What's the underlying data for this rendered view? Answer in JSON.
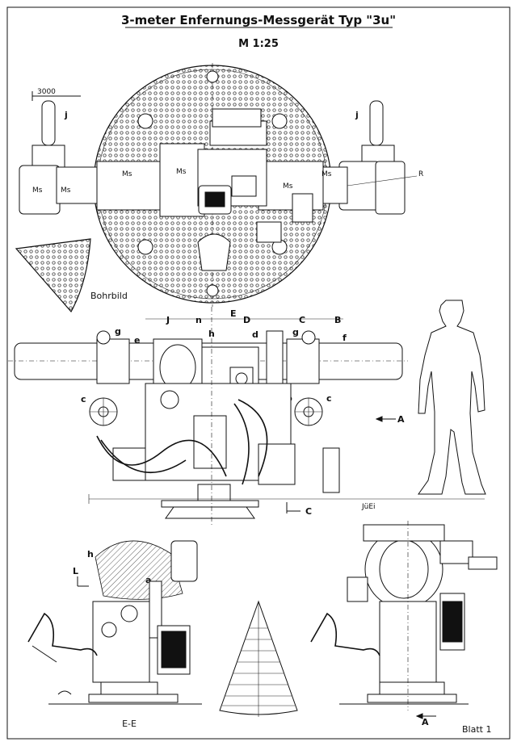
{
  "title": "3-meter Enfernungs-Messgerät Typ \"3u\"",
  "scale": "M 1:25",
  "top_view": {
    "dimension_label": "3000",
    "labels": {
      "j_left": "j",
      "j_right": "j",
      "ms_1": "Ms",
      "ms_2": "Ms",
      "ms_3": "Ms",
      "ms_4": "Ms",
      "ms_5": "Ms",
      "ms_6": "Ms",
      "r": "R"
    }
  },
  "bohrbild_label": "Bohrbild",
  "side_view": {
    "labels": {
      "J": "J",
      "E": "E",
      "D": "D",
      "C": "C",
      "B": "B",
      "g_left": "g",
      "e": "e",
      "n": "n",
      "h": "h",
      "d": "d",
      "g_right": "g",
      "f": "f",
      "c_left": "c",
      "b": "b",
      "c_right": "c",
      "arrow_a": "A",
      "section_c": "C",
      "signature": "JüEi"
    }
  },
  "section_view": {
    "label_h": "h",
    "label_l": "L",
    "label_a": "a",
    "caption": "E-E"
  },
  "rear_view": {
    "arrow_a": "A"
  },
  "sheet_label": "Blatt 1"
}
